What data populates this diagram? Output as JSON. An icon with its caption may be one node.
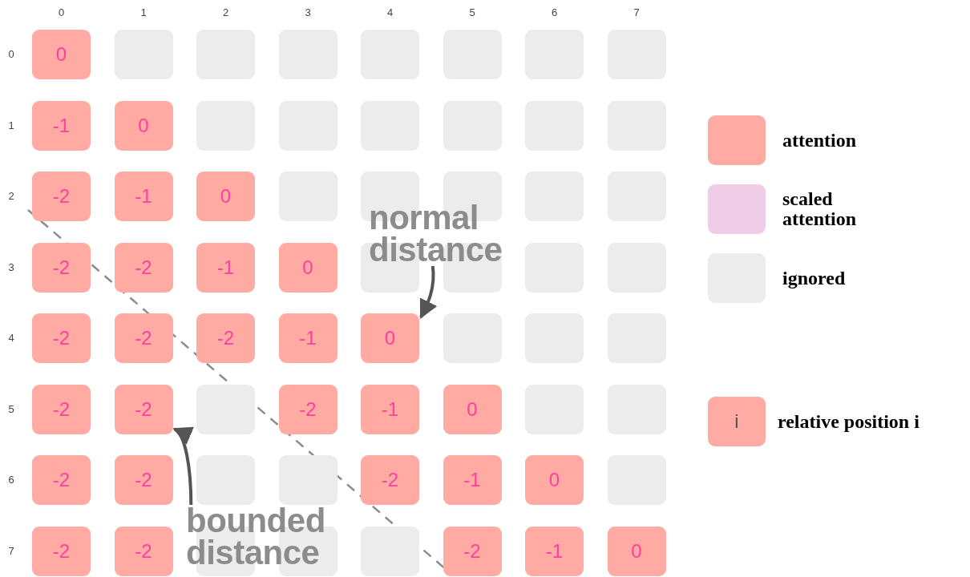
{
  "diagram": {
    "nodes": [
      {
        "text": [
          "0"
        ]
      },
      {
        "text": [],
        "shape": "box"
      },
      {
        "text": [],
        "shape": "box"
      },
      {
        "text": [],
        "shape": "box"
      },
      {
        "text": [],
        "shape": "box"
      },
      {
        "text": [],
        "shape": "box"
      },
      {
        "text": [],
        "shape": "box"
      },
      {
        "text": [],
        "shape": "box"
      },
      {
        "text": [
          "-1"
        ]
      },
      {
        "text": [
          "0"
        ]
      },
      {
        "text": [],
        "shape": "box"
      },
      {
        "text": [],
        "shape": "box"
      },
      {
        "text": [],
        "shape": "box"
      },
      {
        "text": [],
        "shape": "box"
      },
      {
        "text": [],
        "shape": "box"
      },
      {
        "text": [],
        "shape": "box"
      },
      {
        "text": [
          "-2"
        ]
      },
      {
        "text": [
          "-1"
        ]
      },
      {
        "text": [
          "0"
        ]
      },
      {
        "text": [],
        "shape": "box"
      },
      {
        "text": [],
        "shape": "box"
      },
      {
        "text": [],
        "shape": "box"
      },
      {
        "text": [],
        "shape": "box"
      },
      {
        "text": [],
        "shape": "box"
      },
      {
        "text": [
          "-2"
        ]
      },
      {
        "text": [
          "-2"
        ]
      },
      {
        "text": [
          "-1"
        ]
      },
      {
        "text": [
          "0"
        ]
      },
      {
        "text": [],
        "shape": "box"
      },
      {
        "text": [],
        "shape": "box"
      },
      {
        "text": [],
        "shape": "box"
      },
      {
        "text": [],
        "shape": "box"
      },
      {
        "text": [
          "-2"
        ]
      },
      {
        "text": [
          "-2"
        ]
      },
      {
        "text": [
          "-2"
        ]
      },
      {
        "text": [
          "-1"
        ]
      },
      {
        "text": [
          "0"
        ]
      },
      {
        "text": [],
        "shape": "box"
      },
      {
        "text": [],
        "shape": "box"
      },
      {
        "text": [],
        "shape": "box"
      },
      {
        "text": [
          "-2"
        ]
      },
      {
        "text": [
          "-2"
        ]
      },
      {
        "text": [],
        "shape": "box"
      },
      {
        "text": [
          "-2"
        ]
      },
      {
        "text": [
          "-1"
        ]
      },
      {
        "text": [
          "0"
        ]
      },
      {
        "text": [],
        "shape": "box"
      },
      {
        "text": [],
        "shape": "box"
      },
      {
        "text": [
          "-2"
        ]
      },
      {
        "text": [
          "-2"
        ]
      },
      {
        "text": [],
        "shape": "box"
      },
      {
        "text": [],
        "shape": "box"
      },
      {
        "text": [
          "-2"
        ]
      },
      {
        "text": [
          "-1"
        ]
      },
      {
        "text": [
          "0"
        ]
      },
      {
        "text": [],
        "shape": "box"
      },
      {
        "text": [
          "-2"
        ]
      },
      {
        "text": [
          "-2"
        ]
      },
      {
        "text": [],
        "shape": "box"
      },
      {
        "text": [],
        "shape": "box"
      },
      {
        "text": [],
        "shape": "box"
      },
      {
        "text": [
          "-2"
        ]
      },
      {
        "text": [
          "-1"
        ]
      },
      {
        "text": [
          "0"
        ]
      },
      {
        "text": [
          "normal distance"
        ]
      },
      {
        "text": [
          "bounded distance"
        ]
      }
    ],
    "edges": [
      {
        "from": 64,
        "to": 36,
        "arrow": "to"
      },
      {
        "from": 65,
        "to": 41,
        "arrow": "to"
      }
    ],
    "labels": [
      "0",
      "1",
      "2",
      "3",
      "4",
      "5",
      "6",
      "7",
      "0",
      "1",
      "2",
      "3",
      "4",
      "5",
      "6",
      "7",
      "i"
    ],
    "legend": [
      {
        "text": "attention",
        "color": "#ffaaa3"
      },
      {
        "text": "scaled attention",
        "color": "#f0cde6"
      },
      {
        "text": "ignored",
        "color": "#ececec"
      },
      {
        "text": "relative position i",
        "color": "#ffaaa3"
      }
    ]
  }
}
